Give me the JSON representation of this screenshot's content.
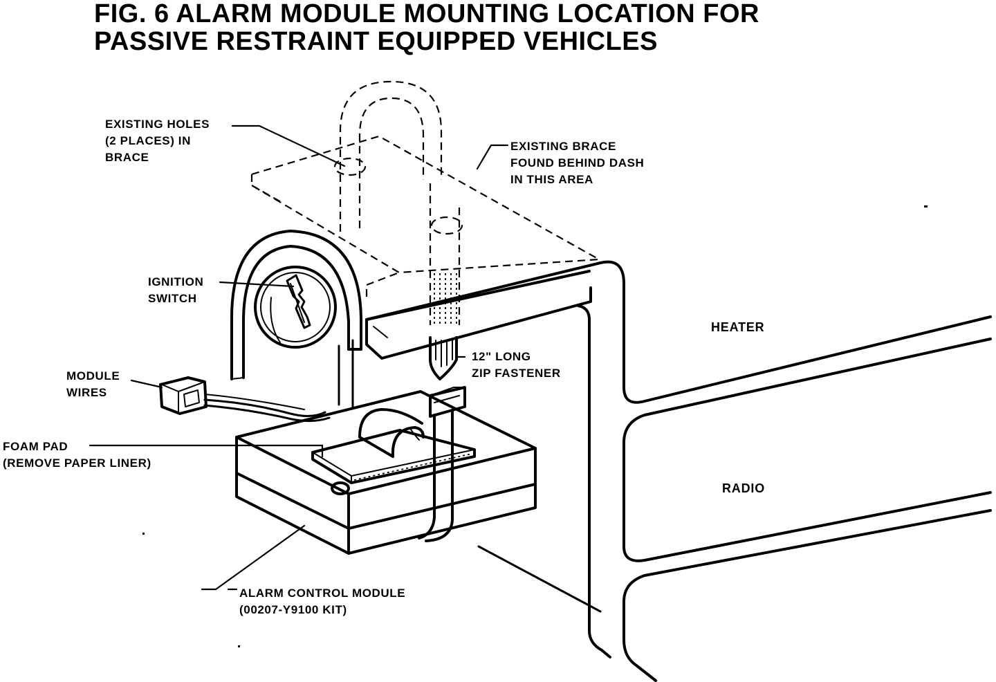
{
  "title": {
    "line1": "FIG. 6 ALARM MODULE MOUNTING LOCATION FOR",
    "line2": "PASSIVE RESTRAINT EQUIPPED VEHICLES"
  },
  "labels": {
    "existing_holes": {
      "line1": "EXISTING HOLES",
      "line2": "(2 PLACES) IN",
      "line3": "BRACE"
    },
    "existing_brace": {
      "line1": "EXISTING BRACE",
      "line2": "FOUND BEHIND DASH",
      "line3": "IN THIS AREA"
    },
    "ignition_switch": {
      "line1": "IGNITION",
      "line2": "SWITCH"
    },
    "heater": "HEATER",
    "zip_fastener": {
      "line1": "12\" LONG",
      "line2": "ZIP FASTENER"
    },
    "module_wires": {
      "line1": "MODULE",
      "line2": "WIRES"
    },
    "foam_pad": {
      "line1": "FOAM PAD",
      "line2": "(REMOVE PAPER LINER)"
    },
    "radio": "RADIO",
    "alarm_module": {
      "line1": "ALARM CONTROL MODULE",
      "line2": "(00207-Y9100 KIT)"
    }
  }
}
